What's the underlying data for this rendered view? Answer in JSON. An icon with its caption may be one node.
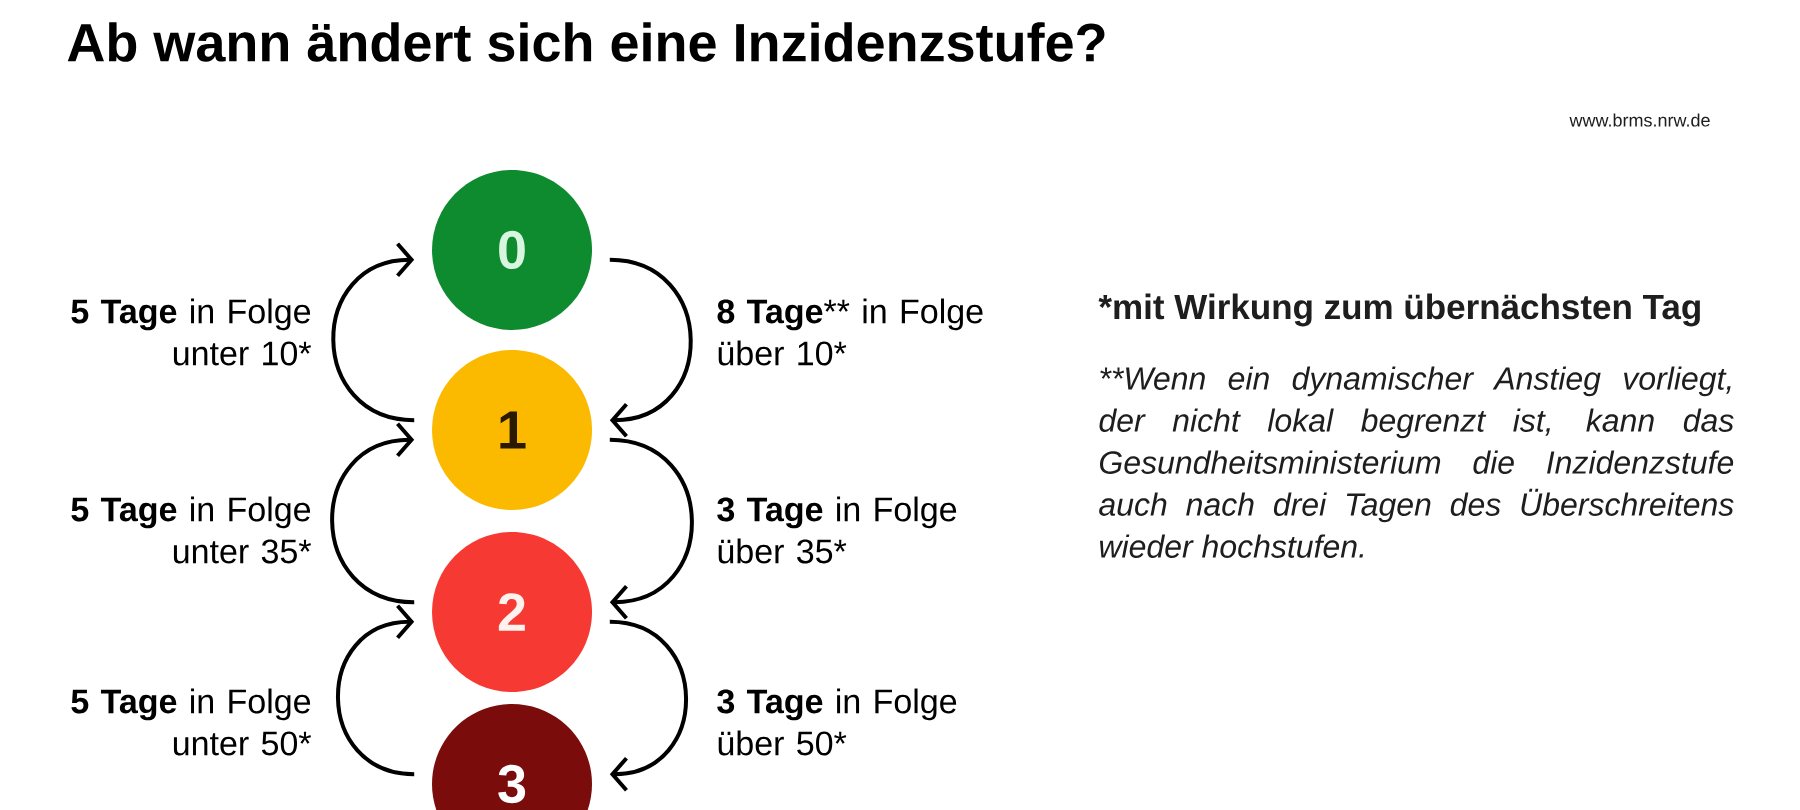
{
  "diagram": {
    "title": "Ab wann ändert sich eine Inzidenzstufe?",
    "nodes": [
      {
        "text": [
          "0"
        ]
      },
      {
        "text": [
          "1"
        ]
      },
      {
        "text": [
          "2"
        ]
      },
      {
        "text": [
          "3"
        ]
      }
    ],
    "edges": [
      {
        "from": 1,
        "to": 0,
        "arrow": "to",
        "label": "**5 Tage** in Folge unter 10*"
      },
      {
        "from": 0,
        "to": 1,
        "arrow": "to",
        "label": "**8 Tage**** in Folge über 10*"
      },
      {
        "from": 2,
        "to": 1,
        "arrow": "to",
        "label": "**5 Tage** in Folge unter 35*"
      },
      {
        "from": 1,
        "to": 2,
        "arrow": "to",
        "label": "**3 Tage** in Folge über 35*"
      },
      {
        "from": 3,
        "to": 2,
        "arrow": "to",
        "label": "**5 Tage** in Folge unter 50*"
      },
      {
        "from": 2,
        "to": 3,
        "arrow": "to",
        "label": "**3 Tage** in Folge über 50*"
      }
    ],
    "labels": [
      "www.brms.nrw.de",
      "*mit Wirkung zum übernächsten Tag",
      "**Wenn ein dynamischer Anstieg vorliegt, der nicht lokal begrenzt ist, kann das Gesundheitsministerium die Inzidenzstufe auch nach drei Tagen des Überschreitens wieder hochstufen."
    ]
  }
}
